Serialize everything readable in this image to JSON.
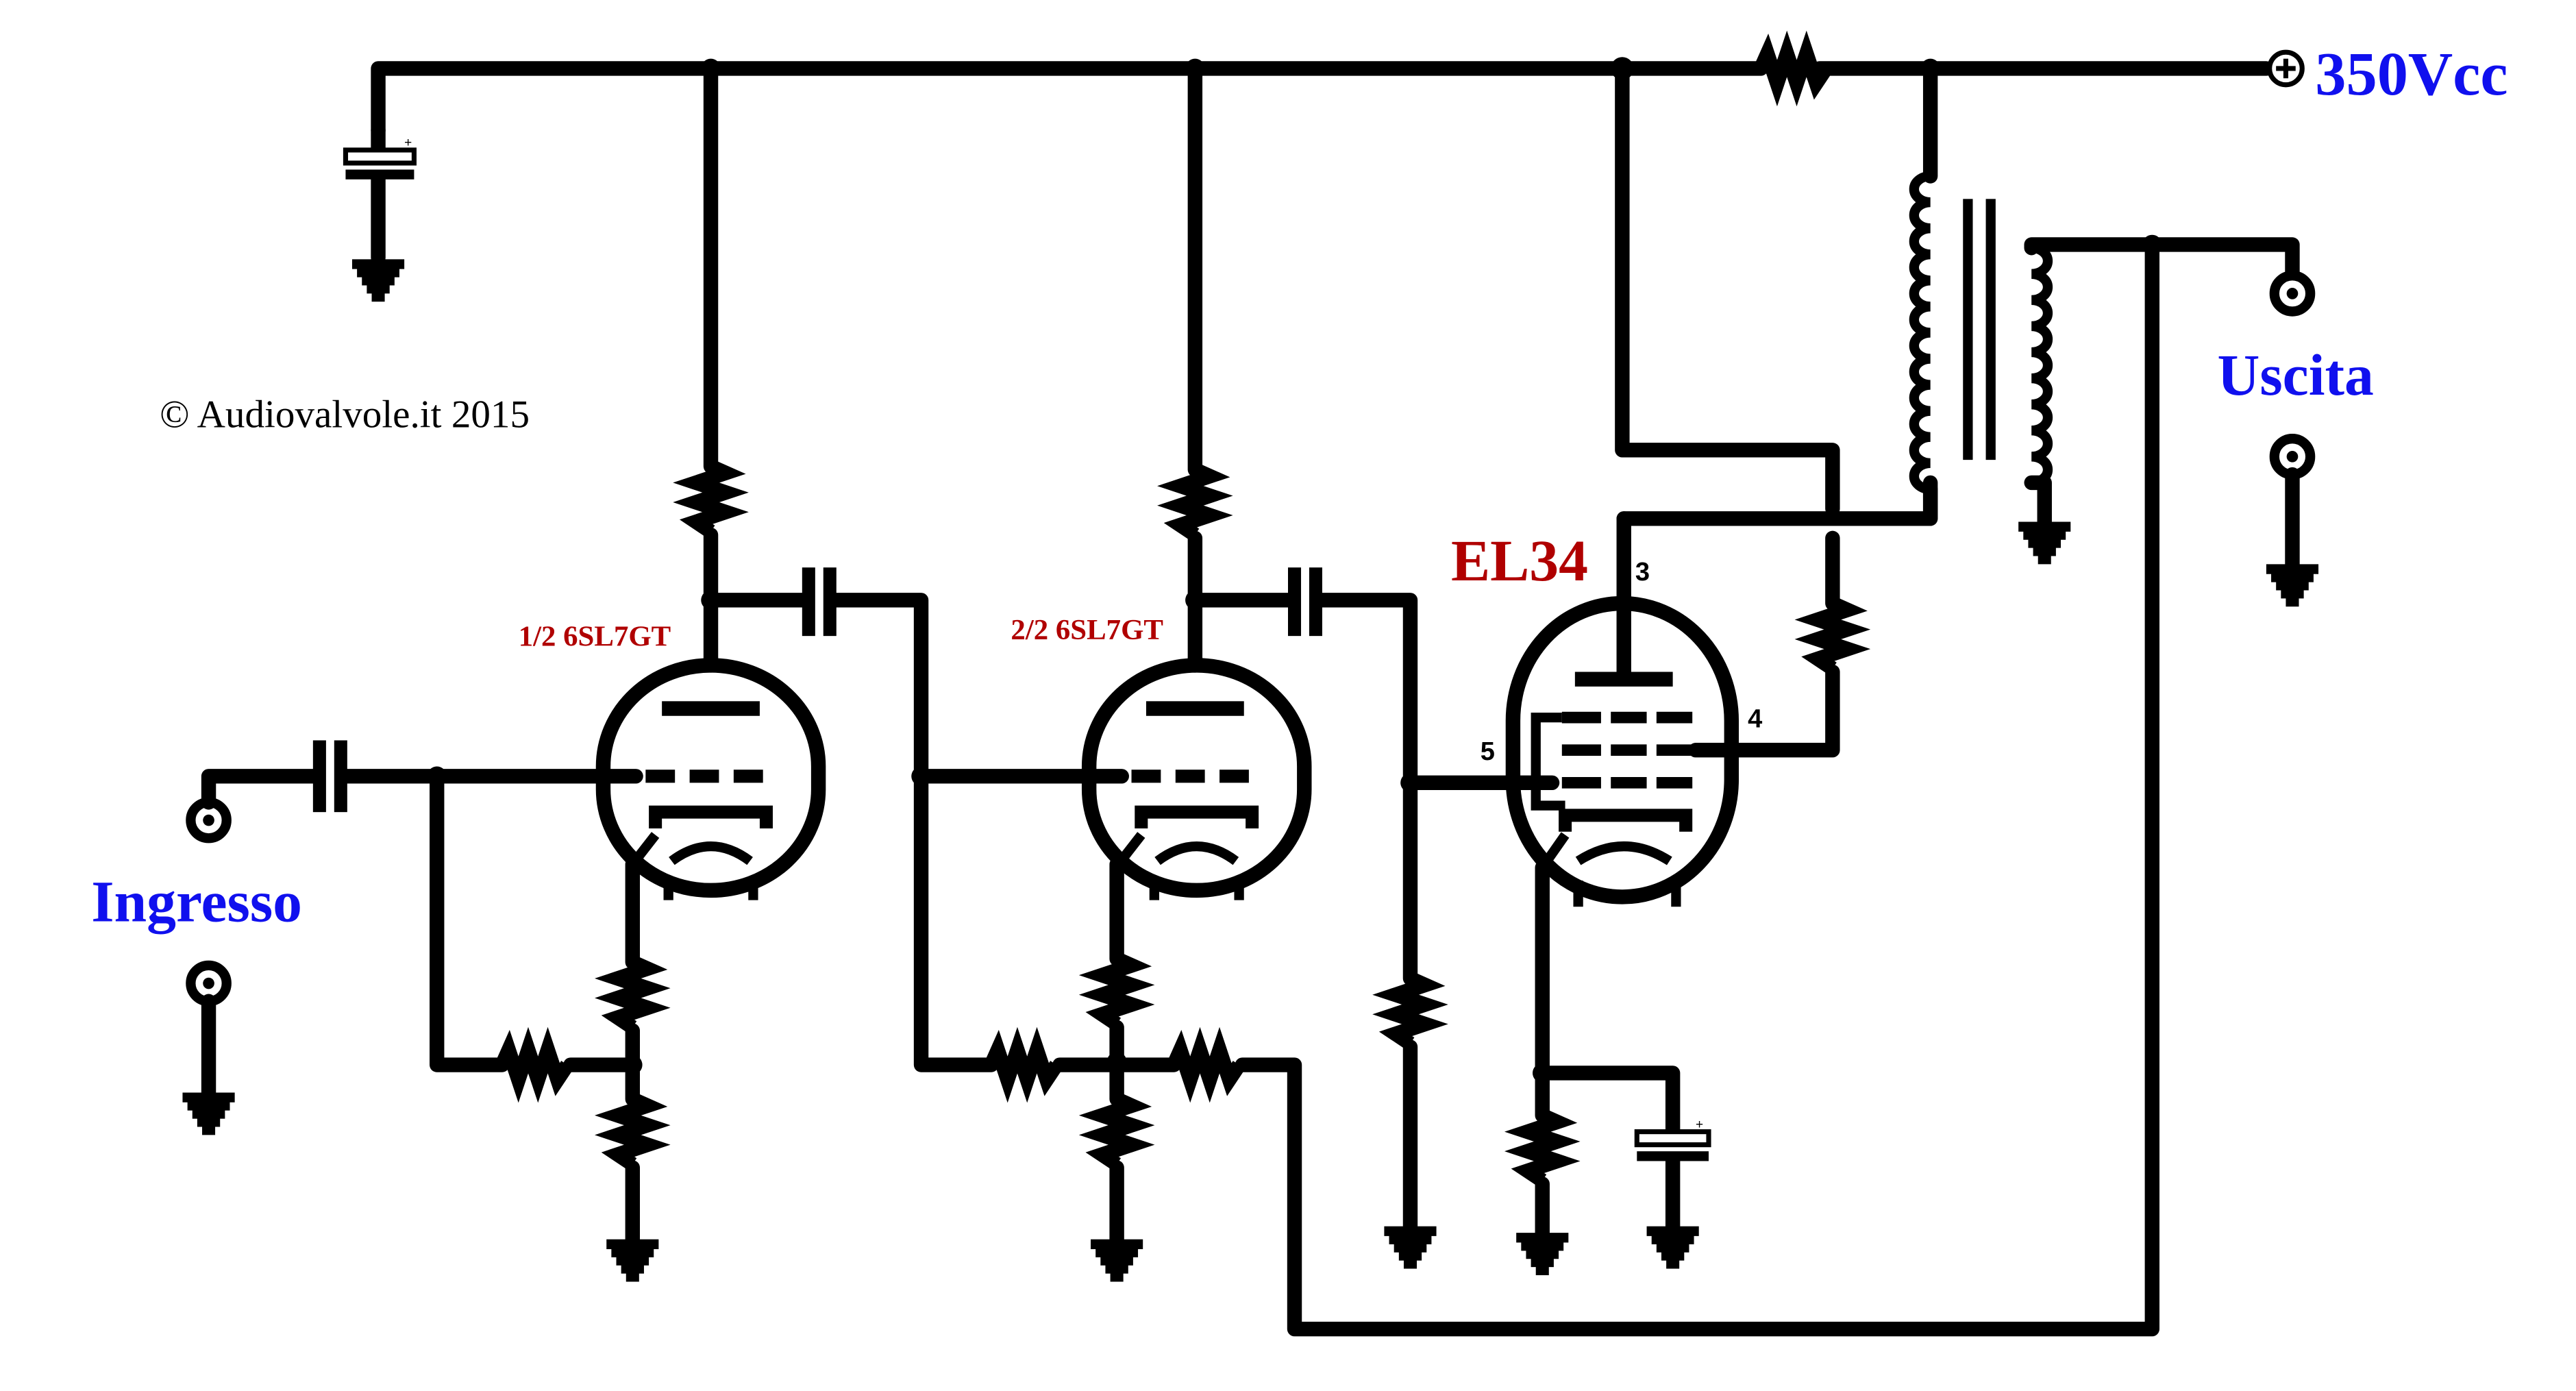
{
  "labels": {
    "supply": "350Vcc",
    "input": "Ingresso",
    "output": "Uscita",
    "copyright": "© Audiovalvole.it 2015",
    "tube1": "1/2 6SL7GT",
    "tube2": "2/2 6SL7GT",
    "tube3": "EL34",
    "pin_anode": "3",
    "pin_screen": "4",
    "pin_grid": "5"
  },
  "colors": {
    "wire": "#000000",
    "tube_label": "#b00000",
    "io_label": "#1010ee"
  }
}
